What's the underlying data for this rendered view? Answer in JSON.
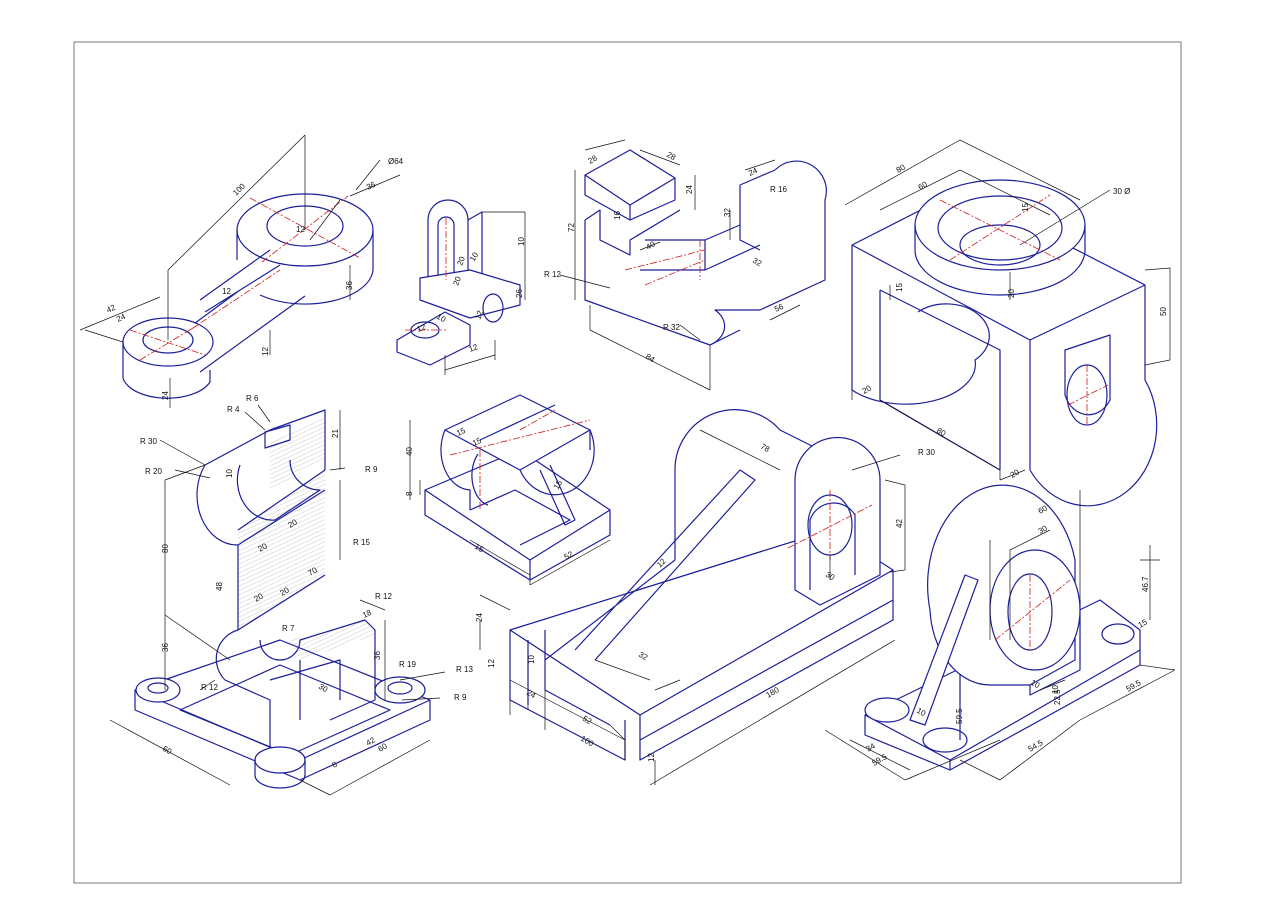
{
  "colors": {
    "outline": "#1c1f9a",
    "dimension": "#111111",
    "centerline": "#d11a1a",
    "frame": "#555555"
  },
  "drawings": [
    {
      "id": "lever-arm",
      "labels": [
        "100",
        "Ø64",
        "36",
        "24",
        "42",
        "36",
        "12",
        "24",
        "12",
        "12"
      ]
    },
    {
      "id": "clevis-bracket",
      "labels": [
        "10",
        "10",
        "20",
        "26",
        "12",
        "10",
        "12",
        "12",
        "20"
      ]
    },
    {
      "id": "step-block",
      "labels": [
        "28",
        "28",
        "24",
        "16",
        "72",
        "40",
        "R 12",
        "32",
        "24",
        "R 16",
        "32",
        "56",
        "R 32",
        "84"
      ]
    },
    {
      "id": "pillow-block",
      "labels": [
        "80",
        "60",
        "15",
        "30 Ø",
        "20",
        "15",
        "50",
        "20",
        "80",
        "20"
      ]
    },
    {
      "id": "bearing-housing",
      "labels": [
        "R 6",
        "R 4",
        "R 30",
        "R 20",
        "10",
        "21",
        "R 9",
        "20",
        "R 15",
        "20",
        "80",
        "48",
        "20",
        "20",
        "70",
        "R 12",
        "R 7",
        "18",
        "36",
        "R 19",
        "R 13",
        "R 12",
        "30",
        "R 9",
        "60",
        "42",
        "60",
        "8",
        "36"
      ]
    },
    {
      "id": "cradle-support",
      "labels": [
        "40",
        "8",
        "15",
        "15",
        "15",
        "15",
        "52"
      ]
    },
    {
      "id": "angle-bracket",
      "labels": [
        "78",
        "R 30",
        "42",
        "30",
        "12",
        "24",
        "12",
        "10",
        "24",
        "52",
        "32",
        "100",
        "180",
        "12"
      ]
    },
    {
      "id": "shaft-support",
      "labels": [
        "60",
        "30",
        "46.7",
        "10",
        "15",
        "10",
        "10",
        "59.5",
        "34",
        "59.5",
        "54.5",
        "59.5",
        "22.5"
      ]
    }
  ]
}
